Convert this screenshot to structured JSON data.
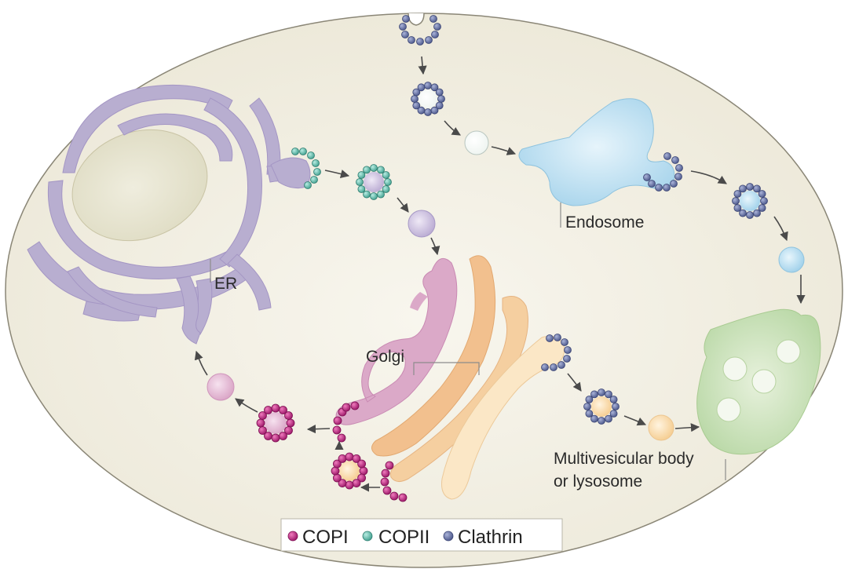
{
  "labels": {
    "er": "ER",
    "golgi": "Golgi",
    "endosome": "Endosome",
    "mvb_line1": "Multivesicular body",
    "mvb_line2": "or lysosome"
  },
  "legend": {
    "items": [
      {
        "name": "COPI",
        "color": "#b5237e"
      },
      {
        "name": "COPII",
        "color": "#5fbfae"
      },
      {
        "name": "Clathrin",
        "color": "#6672a6"
      }
    ]
  },
  "colors": {
    "cell": "#f2efe3",
    "nucleus": "#e7e4cf",
    "er": "#b8aed0",
    "golgi_pink": "#dba9c8",
    "golgi_orange": "#f2c08e",
    "golgi_light": "#f8dcb0",
    "golgi_pale": "#fbebcc",
    "endosome": "#bfe0f0",
    "mvb": "#cde3bd",
    "copi": "#b5237e",
    "copii": "#5fbfae",
    "clathrin": "#6672a6"
  }
}
